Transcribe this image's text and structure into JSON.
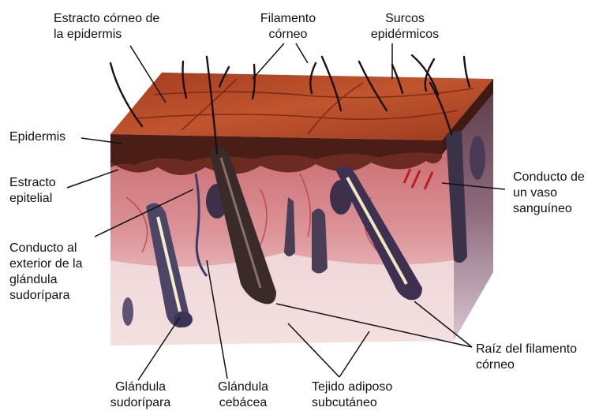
{
  "labels": {
    "estracto_corneo": "Estracto córneo de\nla epidermis",
    "filamento_corneo": "Filamento\ncórneo",
    "surcos": "Surcos\nepidérmicos",
    "epidermis": "Epidermis",
    "estracto_epitelial": "Estracto\nepitelial",
    "conducto_exterior": "Conducto al\nexterior de la\nglándula\nsudorípara",
    "conducto_vaso": "Conducto de\nun vaso\nsanguíneo",
    "raiz": "Raíz del filamento\ncórneo",
    "glandula_sudoripara": "Glándula\nsudorípara",
    "glandula_cebacea": "Glándula\ncebácea",
    "tejido_adiposo": "Tejido adiposo\nsubcutáneo"
  },
  "colors": {
    "surface": "#b5482a",
    "surface_dark": "#7a2614",
    "dermis": "#d98b8e",
    "adipose": "#f0dede",
    "hair": "#2b1c1c",
    "gland": "#4d4566",
    "vessel": "#c01e1e"
  }
}
